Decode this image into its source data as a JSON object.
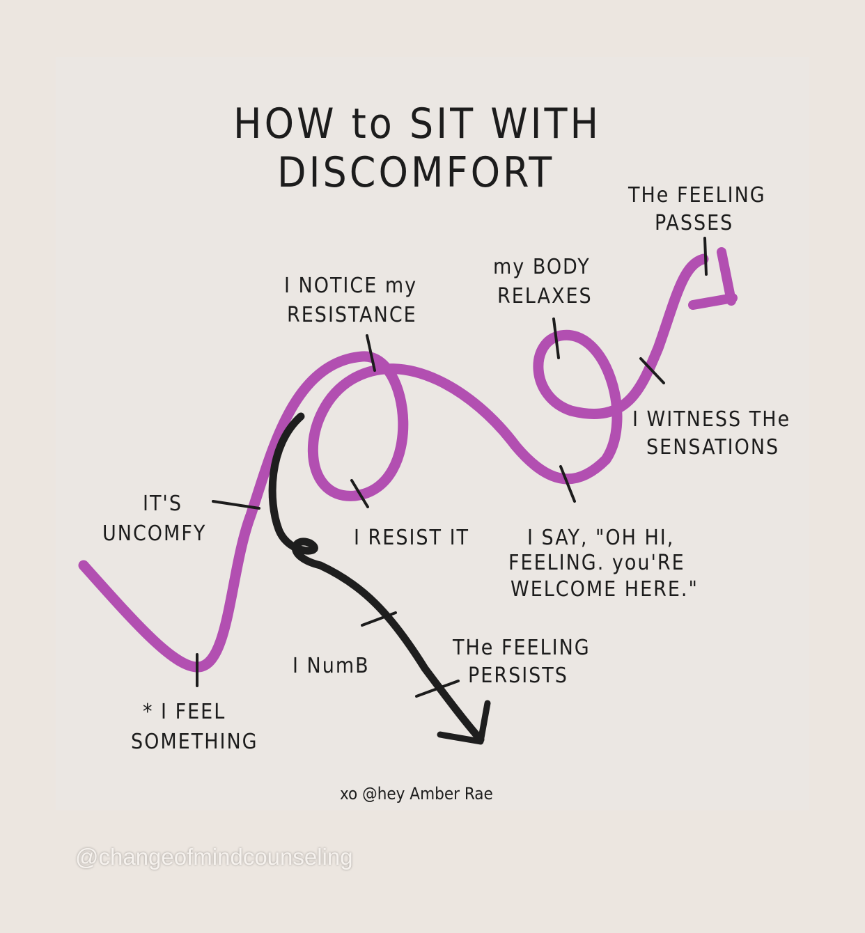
{
  "title": {
    "line1": "HOW to SIT WITH",
    "line2": "DISCOMFORT"
  },
  "steps": {
    "feel_something": {
      "line1": "* I FEEL",
      "line2": "SOMETHING"
    },
    "uncomfy": {
      "line1": "IT'S",
      "line2": "UNCOMFY"
    },
    "notice_resistance": {
      "line1": "I NOTICE my",
      "line2": "RESISTANCE"
    },
    "resist_it": {
      "line1": "I RESIST IT"
    },
    "body_relaxes": {
      "line1": "my BODY",
      "line2": "RELAXES"
    },
    "say_hi": {
      "line1": "I SAY, \"OH HI,",
      "line2": "FEELING. you'RE",
      "line3": "WELCOME HERE.\""
    },
    "witness": {
      "line1": "I WITNESS THe",
      "line2": "SENSATIONS"
    },
    "feeling_passes": {
      "line1": "THe FEELING",
      "line2": "PASSES"
    },
    "numb": {
      "line1": "I NumB"
    },
    "feeling_persists": {
      "line1": "THe FEELING",
      "line2": "PERSISTS"
    }
  },
  "credit": "xo @hey Amber Rae",
  "handle": "@changeofmindcounseling",
  "colors": {
    "healthy_path": "#b24fb1",
    "avoidance_path": "#1e1e1e",
    "ink": "#1c1c1c"
  }
}
